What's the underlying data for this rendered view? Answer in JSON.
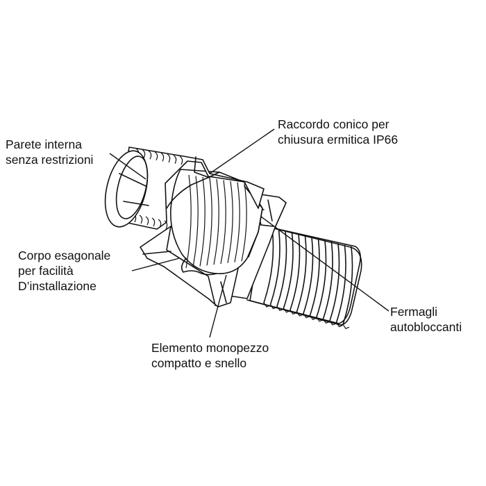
{
  "labels": {
    "parete": [
      "Parete interna",
      "senza restrizioni"
    ],
    "raccordo": [
      "Raccordo conico per",
      "chiusura ermitica IP66"
    ],
    "corpo": [
      "Corpo esagonale",
      "per facilità",
      "D’installazione"
    ],
    "fermagli": [
      "Fermagli",
      "autobloccanti"
    ],
    "elemento": [
      "Elemento monopezzo",
      "compatto e snello"
    ]
  },
  "illustration": {
    "subject": "cable-gland-fitting",
    "stroke_color": "#111111",
    "fill_color": "#ffffff"
  }
}
